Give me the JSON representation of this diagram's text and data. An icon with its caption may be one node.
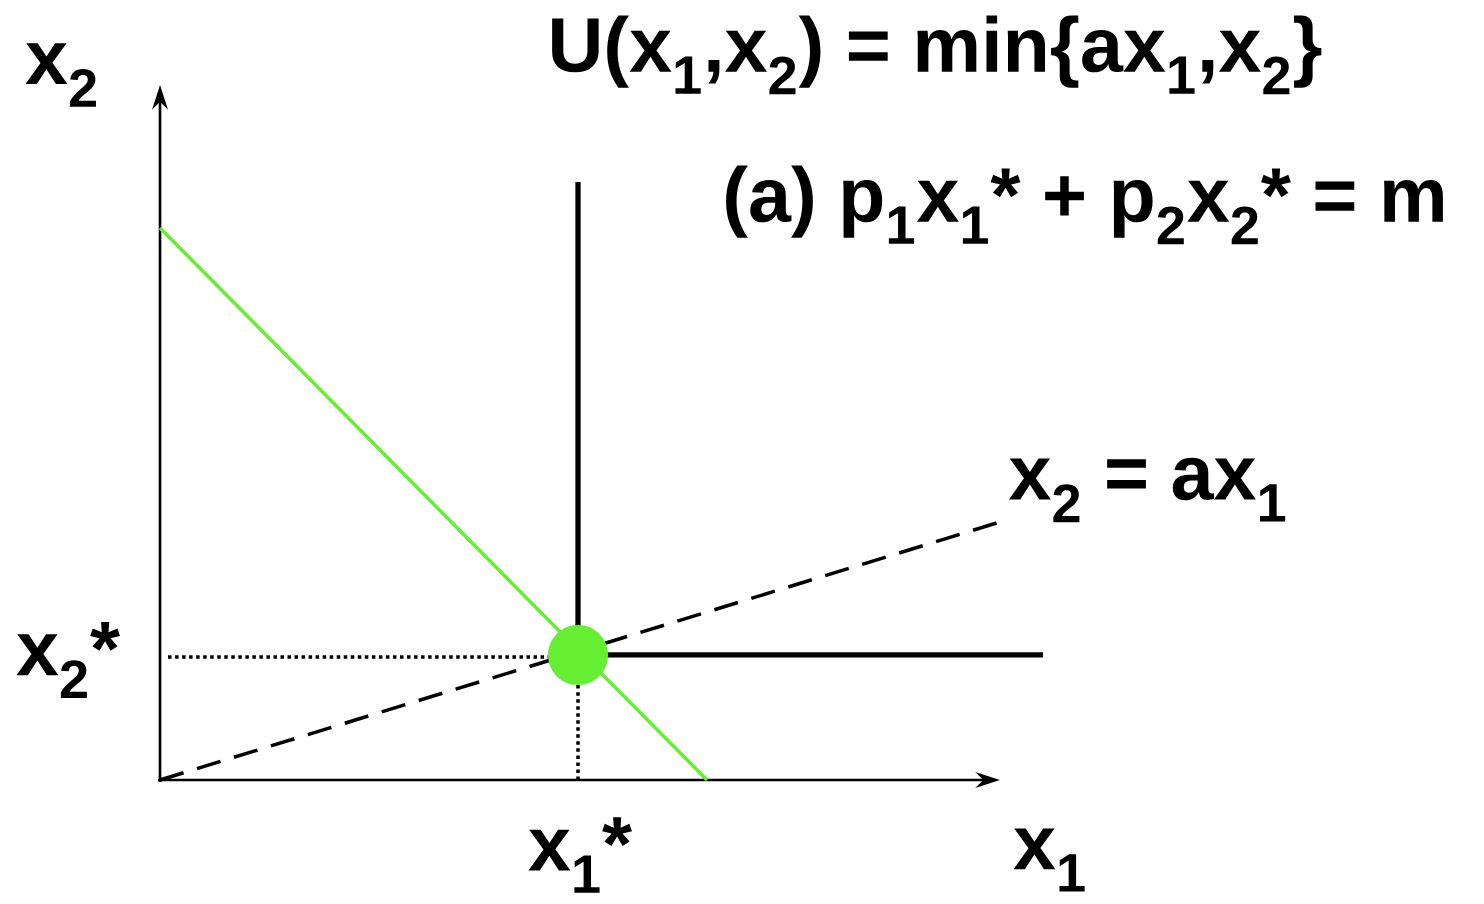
{
  "diagram": {
    "title": "U(x$_{1}$,x$_{2}$) = min{ax$_{1}$,x$_{2}$}",
    "labels": [
      "x$_{2}$",
      "(a) p$_{1}$x$_{1}$* + p$_{2}$x$_{2}$* = m",
      "x$_{2}$ = ax$_{1}$",
      "x$_{2}$*",
      "x$_{1}$*",
      "x$_{1}$"
    ]
  }
}
